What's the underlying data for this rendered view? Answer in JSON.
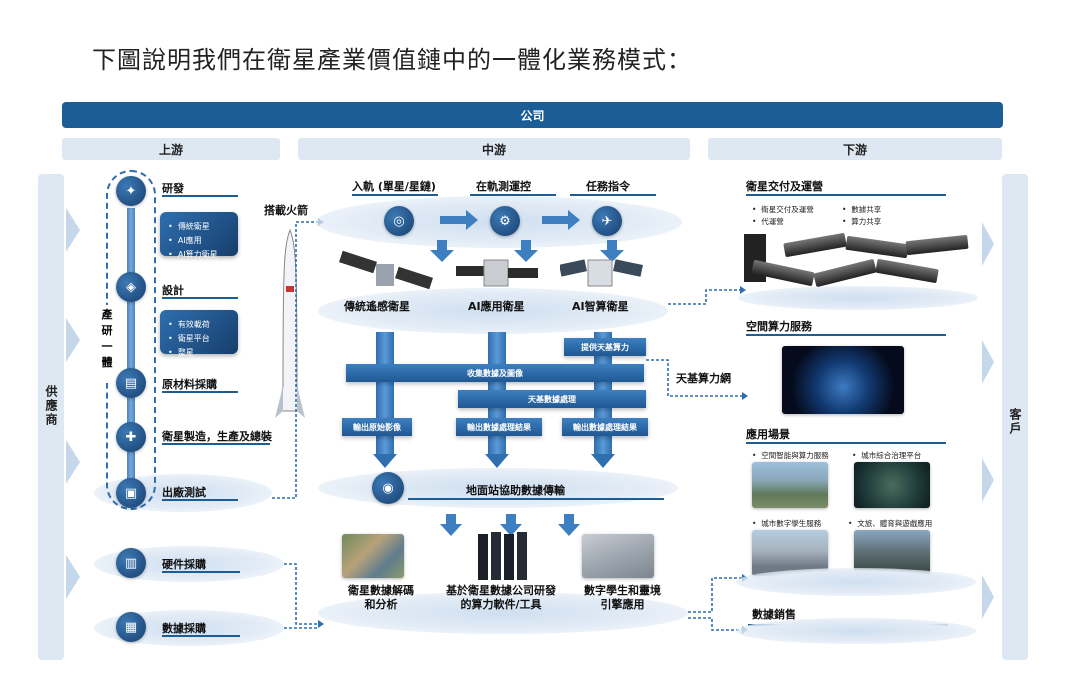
{
  "title": "下圖說明我們在衛星產業價值鏈中的一體化業務模式：",
  "company": "公司",
  "sections": {
    "upstream": "上游",
    "midstream": "中游",
    "downstream": "下游"
  },
  "left_column": "供應商",
  "right_column": "客戶",
  "upstream": {
    "vertical_label": "產研一體",
    "steps": [
      {
        "label": "研發",
        "icon": "satellite-research-icon"
      },
      {
        "label": "設計",
        "icon": "satellite-design-icon"
      },
      {
        "label": "原材料採購",
        "icon": "document-icon"
      },
      {
        "label": "衛星製造，生產及總裝",
        "icon": "tools-icon"
      },
      {
        "label": "出廠測試",
        "icon": "test-icon"
      }
    ],
    "research_items": [
      "傳統衛星",
      "AI應用",
      "AI算力衛星"
    ],
    "design_items": [
      "有效載荷",
      "衛星平台",
      "整星"
    ],
    "procurement": [
      {
        "label": "硬件採購",
        "icon": "hardware-icon"
      },
      {
        "label": "數據採購",
        "icon": "data-icon"
      }
    ]
  },
  "rocket_label": "搭載火箭",
  "midstream": {
    "phases": [
      "入軌 (單星/星鏈)",
      "在軌測運控",
      "任務指令"
    ],
    "satellites": [
      "傳統遙感衛星",
      "AI應用衛星",
      "AI智算衛星"
    ],
    "provide_compute": "提供天基算力",
    "collect": "收集數據及圖像",
    "processing": "天基數據處理",
    "outputs": [
      "輸出原始影像",
      "輸出數據處理結果",
      "輸出數據處理結果"
    ],
    "ground_station": "地面站協助數據傳輸",
    "products": [
      "衛星數據解碼\n和分析",
      "基於衛星數據公司研發\n的算力軟件/工具",
      "數字學生和靈境\n引擎應用"
    ],
    "space_compute_network": "天基算力網"
  },
  "downstream": {
    "delivery": {
      "title": "衛星交付及運營",
      "items": [
        "衛星交付及運營",
        "代運營",
        "數據共享",
        "算力共享"
      ]
    },
    "space_compute_service": "空間算力服務",
    "scenarios": {
      "title": "應用場景",
      "items": [
        "空間智能與算力服務",
        "城市綜合治理平台",
        "城市數字孿生服務",
        "文旅、體育與遊戲應用"
      ]
    },
    "data_sales": "數據銷售"
  },
  "colors": {
    "primary": "#1d5d96",
    "light": "#dde8f3",
    "accent": "#2f6fb0"
  }
}
